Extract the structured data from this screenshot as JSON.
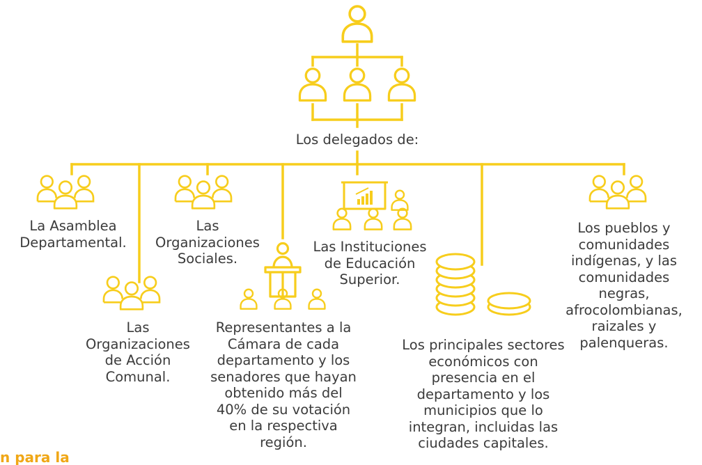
{
  "colors": {
    "accent": "#f7cd1c",
    "text": "#3b3b3b",
    "footer": "#f0a716"
  },
  "root": {
    "icon": "person-icon"
  },
  "delegates_heading": "Los delegados de:",
  "branches": [
    {
      "label": "La Asamblea Departamental.",
      "icon": "group-icon"
    },
    {
      "label": "Las Organizaciones de Acción Comunal.",
      "icon": "group-icon"
    },
    {
      "label": "Las Organizaciones Sociales.",
      "icon": "group-icon"
    },
    {
      "label": "Representantes a la Cámara de cada departamento y los senadores que hayan obtenido más del 40% de su votación en la respectiva región.",
      "icon": "podium-speaker-icon"
    },
    {
      "label": "Las Instituciones de Educación Superior.",
      "icon": "presentation-board-icon"
    },
    {
      "label": "Los principales sectores económicos con presencia en el departamento y los municipios que lo integran, incluidas las ciudades capitales.",
      "icon": "coins-icon"
    },
    {
      "label": "Los pueblos y comunidades indígenas, y las comunidades negras, afrocolombianas, raizales y palenqueras.",
      "icon": "group-icon"
    }
  ],
  "footer_text": "n para la"
}
